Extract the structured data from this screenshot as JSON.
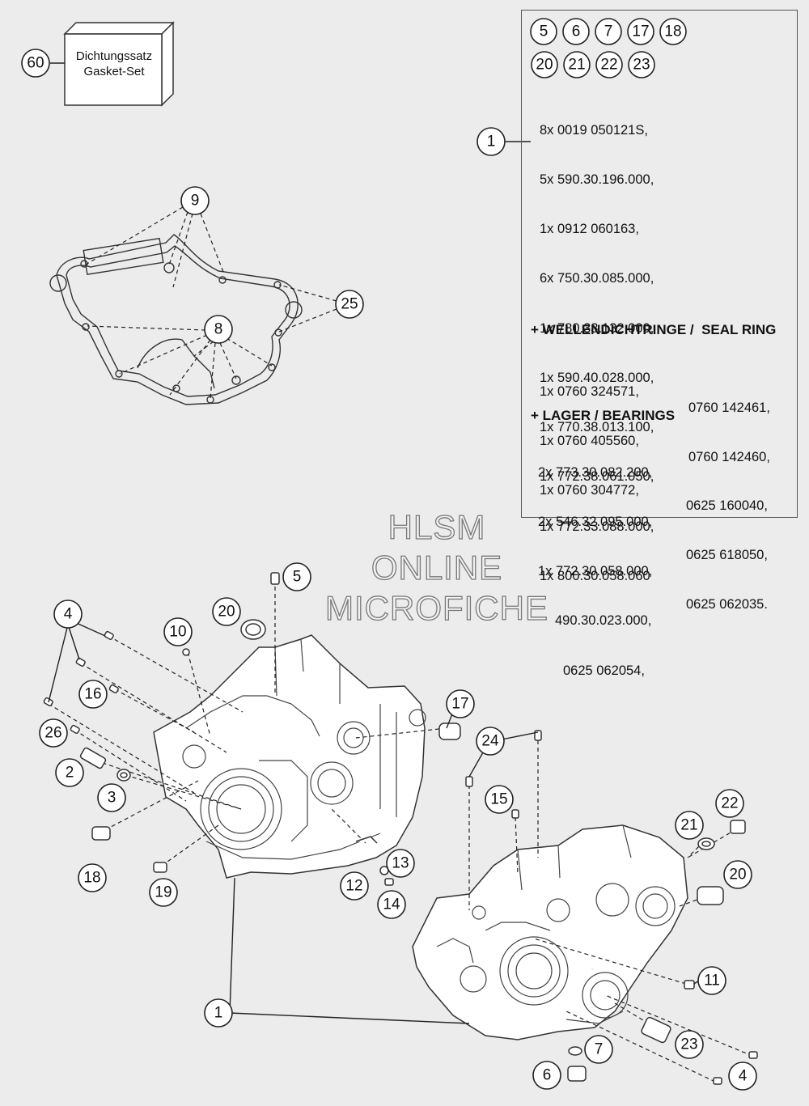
{
  "kit": {
    "callout": "60",
    "line1": "Dichtungssatz",
    "line2": "Gasket-Set"
  },
  "info": {
    "badges_row1": [
      "5",
      "6",
      "7",
      "17",
      "18"
    ],
    "badges_row2": [
      "20",
      "21",
      "22",
      "23"
    ],
    "callout_1": "1",
    "parts_1": [
      "8x 0019 050121S,",
      "5x 590.30.196.000,",
      "1x 0912 060163,",
      "6x 750.30.085.000,",
      "1x 780.33.132.000,",
      "1x 590.40.028.000,",
      "1x 770.38.013.100,",
      "1x 772.38.061.050,",
      "1x 772.33.088.000,",
      "1x 800.30.058.060"
    ],
    "seal_header": "+ WELLENDICHTRINGE /  SEAL RING",
    "seal_left": [
      "1x 0760 324571,",
      "1x 0760 405560,",
      "1x 0760 304772,"
    ],
    "seal_right": [
      "0760 142461,",
      "0760 142460,"
    ],
    "bearing_header": "+ LAGER / BEARINGS",
    "bearing_left": [
      "2x 773.30.082.200,",
      "2x 546.32.095.000,",
      "1x 772.30.058.000,",
      "490.30.023.000,",
      "0625 062054,"
    ],
    "bearing_right": [
      "0625 160040,",
      "0625 618050,",
      "0625 062035."
    ]
  },
  "watermark": {
    "line1": "HLSM",
    "line2": "ONLINE",
    "line3": "MICROFICHE"
  },
  "callouts": {
    "c9": "9",
    "c25": "25",
    "c8": "8",
    "c5": "5",
    "c20a": "20",
    "c10": "10",
    "c4a": "4",
    "c16": "16",
    "c26": "26",
    "c2": "2",
    "c3": "3",
    "c18": "18",
    "c19": "19",
    "c17": "17",
    "c24": "24",
    "c15": "15",
    "c13": "13",
    "c12": "12",
    "c14": "14",
    "c22": "22",
    "c21": "21",
    "c20b": "20",
    "c11": "11",
    "c1": "1",
    "c7": "7",
    "c23": "23",
    "c6": "6",
    "c4b": "4"
  }
}
